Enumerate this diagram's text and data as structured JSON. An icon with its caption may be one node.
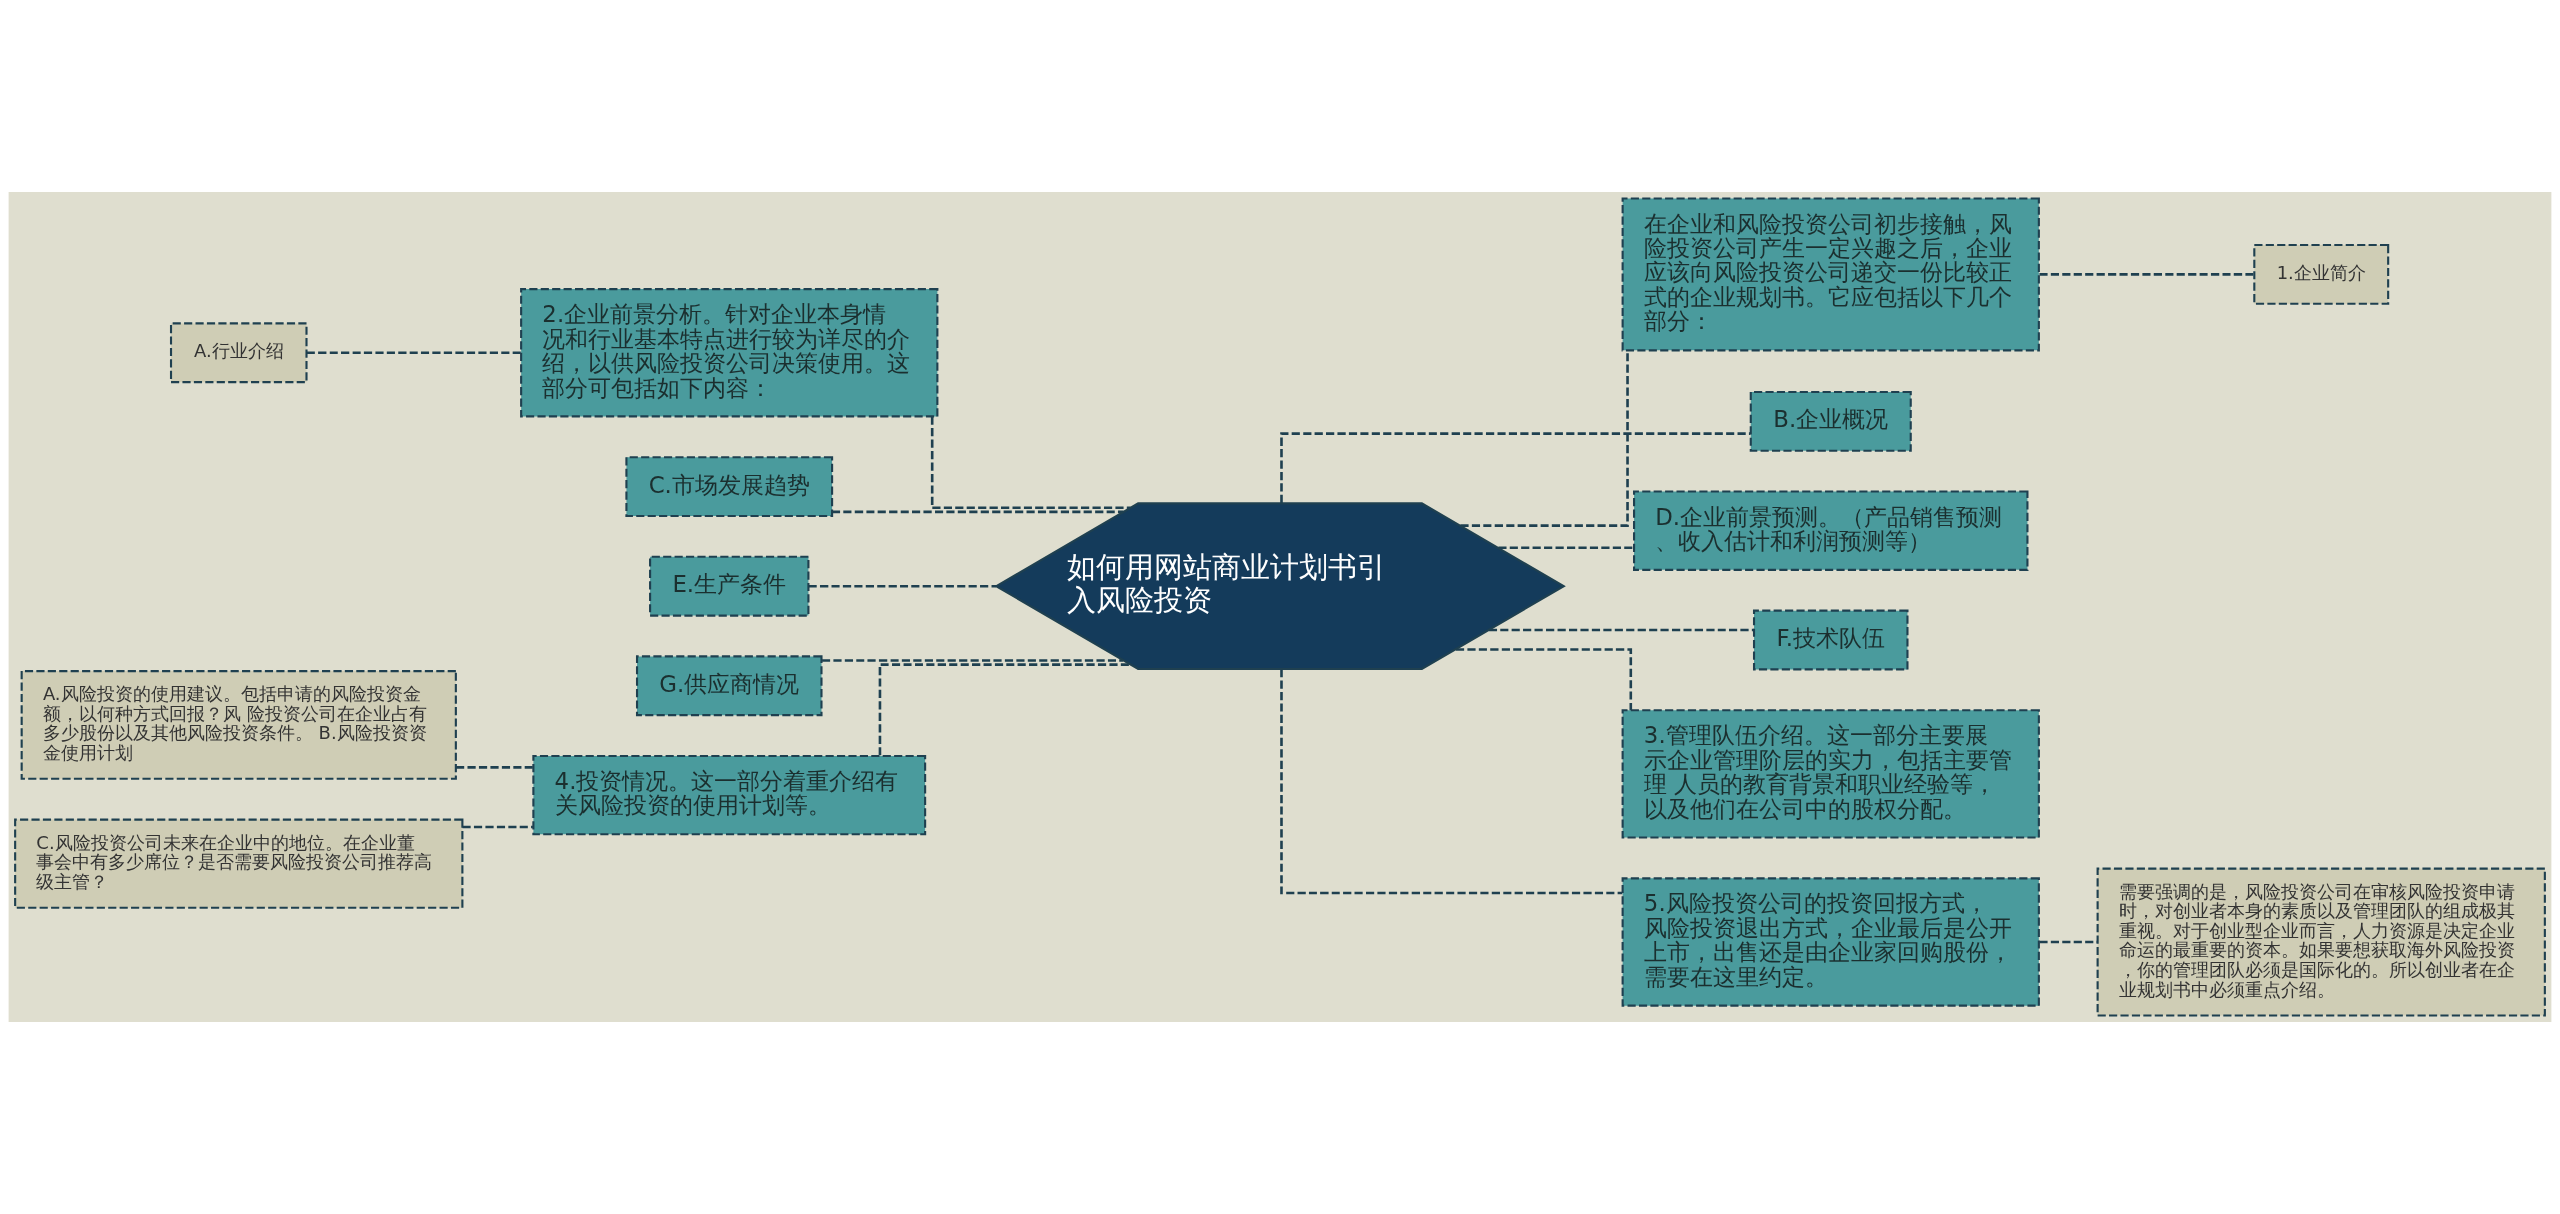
{
  "diagram": {
    "nodes": [
      {
        "text": [
          "如何用网站商业计划书引入风险投资"
        ]
      },
      {
        "text": [
          "在企业和风险投资公司初步接触，风险投资公司产生一定兴趣之后，企业应该向风险投资公司递交一份比较正式的企业规划书。它应包括以下几个部分："
        ]
      },
      {
        "text": [
          "1.企业简介"
        ]
      },
      {
        "text": [
          "B.企业概况"
        ]
      },
      {
        "text": [
          "D.企业前景预测。（产品销售预测、收入估计和利润预测等）"
        ]
      },
      {
        "text": [
          "F.技术队伍"
        ]
      },
      {
        "text": [
          "3.管理队伍介绍。这一部分主要展示企业管理阶层的实力，包括主要管理 人员的教育背景和职业经验等，以及他们在公司中的股权分配。"
        ]
      },
      {
        "text": [
          "5.风险投资公司的投资回报方式，风险投资退出方式，企业最后是公开上市，出售还是由企业家回购股份，需要在这里约定。"
        ]
      },
      {
        "text": [
          "需要强调的是，风险投资公司在审核风险投资申请时，对创业者本身的素质以及管理团队的组成极其重视。对于创业型企业而言，人力资源是决定企业命运的最重要的资本。如果要想获取海外风险投资，你的管理团队必须是国际化的。所以创业者在企业规划书中必须重点介绍。"
        ]
      },
      {
        "text": [
          "2.企业前景分析。针对企业本身情况和行业基本特点进行较为详尽的介绍，以供风险投资公司决策使用。这部分可包括如下内容："
        ]
      },
      {
        "text": [
          "A.行业介绍"
        ]
      },
      {
        "text": [
          "C.市场发展趋势"
        ]
      },
      {
        "text": [
          "E.生产条件"
        ]
      },
      {
        "text": [
          "G.供应商情况"
        ]
      },
      {
        "text": [
          "4.投资情况。这一部分着重介绍有关风险投资的使用计划等。"
        ]
      },
      {
        "text": [
          "A.风险投资的使用建议。包括申请的风险投资金额，以何种方式回报？风 险投资公司在企业占有多少股份以及其他风险投资条件。 B.风险投资资金使用计划"
        ]
      },
      {
        "text": [
          "C.风险投资公司未来在企业中的地位。在企业董事会中有多少席位？是否需要风险投资公司推荐高级主管？"
        ]
      }
    ],
    "edges": [
      {
        "from": 0,
        "to": 1,
        "arrow": "none",
        "style": "dashed"
      },
      {
        "from": 1,
        "to": 2,
        "arrow": "none",
        "style": "dashed"
      },
      {
        "from": 0,
        "to": 3,
        "arrow": "none",
        "style": "dashed"
      },
      {
        "from": 0,
        "to": 4,
        "arrow": "none",
        "style": "dashed"
      },
      {
        "from": 0,
        "to": 5,
        "arrow": "none",
        "style": "dashed"
      },
      {
        "from": 0,
        "to": 6,
        "arrow": "none",
        "style": "dashed"
      },
      {
        "from": 0,
        "to": 7,
        "arrow": "none",
        "style": "dashed"
      },
      {
        "from": 7,
        "to": 8,
        "arrow": "none",
        "style": "dashed"
      },
      {
        "from": 0,
        "to": 9,
        "arrow": "none",
        "style": "dashed"
      },
      {
        "from": 9,
        "to": 10,
        "arrow": "none",
        "style": "dashed"
      },
      {
        "from": 0,
        "to": 11,
        "arrow": "none",
        "style": "dashed"
      },
      {
        "from": 0,
        "to": 12,
        "arrow": "none",
        "style": "dashed"
      },
      {
        "from": 0,
        "to": 13,
        "arrow": "none",
        "style": "dashed"
      },
      {
        "from": 0,
        "to": 14,
        "arrow": "none",
        "style": "dashed"
      },
      {
        "from": 14,
        "to": 15,
        "arrow": "none",
        "style": "dashed"
      },
      {
        "from": 14,
        "to": 16,
        "arrow": "none",
        "style": "dashed"
      }
    ]
  }
}
